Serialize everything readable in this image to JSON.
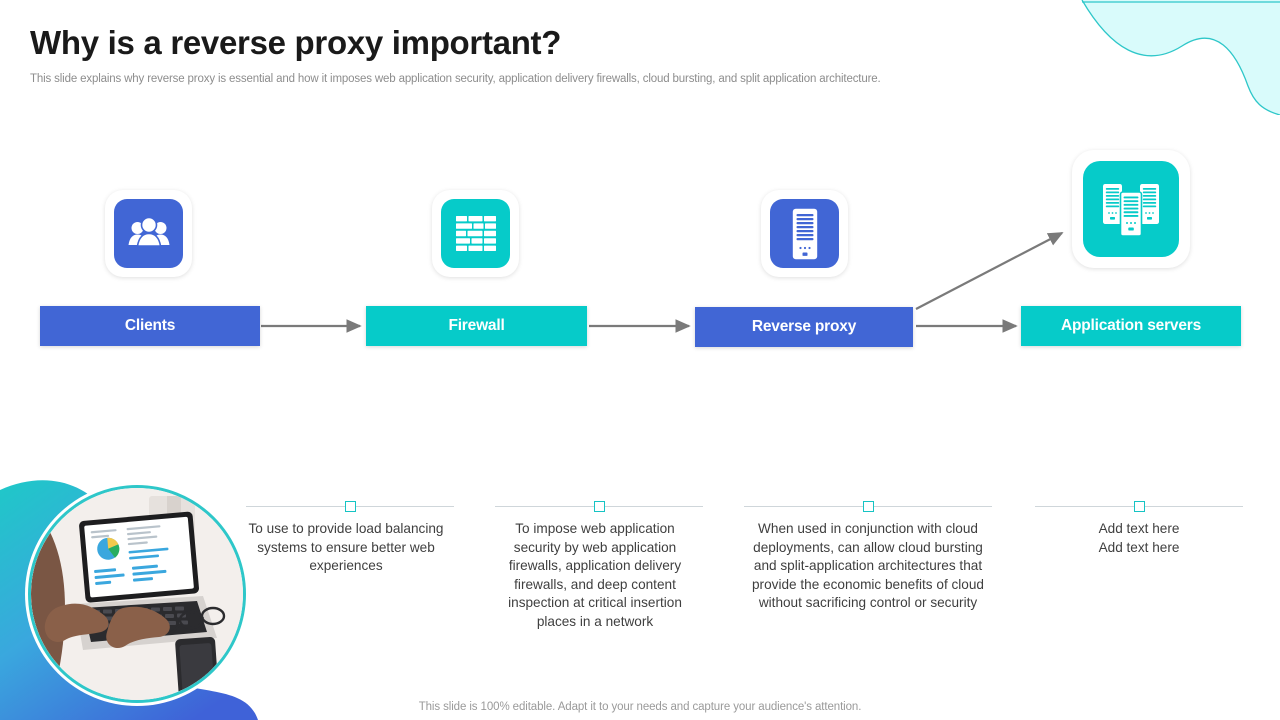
{
  "header": {
    "title": "Why is a reverse proxy important?",
    "subtitle": "This slide explains why reverse proxy  is essential and how it imposes web application security, application delivery firewalls, cloud bursting, and split application architecture."
  },
  "colors": {
    "blue": "#4166D5",
    "teal": "#06CBC9",
    "arrow_gray": "#7a7a7a",
    "marker_teal": "#16c4c4",
    "deco_cyan_fill": "#d9fbfb",
    "deco_cyan_stroke": "#2ec7c9",
    "blob_teal": "#1fc8c8",
    "blob_blue": "#3f62d8",
    "title_color": "#1a1a1a",
    "subtitle_color": "#8d8d8d",
    "body_text": "#3f3f3f",
    "footer_color": "#9a9a9a"
  },
  "flow": {
    "nodes": [
      {
        "id": "clients",
        "label": "Clients",
        "color": "#4166D5",
        "icon": "users-group-icon"
      },
      {
        "id": "firewall",
        "label": "Firewall",
        "color": "#06CBC9",
        "icon": "brick-wall-icon"
      },
      {
        "id": "reverse-proxy",
        "label": "Reverse proxy",
        "color": "#4166D5",
        "icon": "server-tower-icon"
      },
      {
        "id": "application-servers",
        "label": "Application servers",
        "color": "#06CBC9",
        "icon": "server-stack-icon"
      }
    ]
  },
  "callouts": [
    {
      "id": "callout-1",
      "text": "To use to provide load balancing systems to ensure better web experiences"
    },
    {
      "id": "callout-2",
      "text": "To impose web application security by web application firewalls, application delivery firewalls, and deep content inspection at critical insertion places in a network"
    },
    {
      "id": "callout-3",
      "text": "When used in conjunction with cloud deployments, can allow cloud bursting and split-application architectures that provide the economic benefits of cloud without sacrificing control or security"
    },
    {
      "id": "callout-4",
      "text": "Add text here\nAdd text here"
    }
  ],
  "photo": {
    "alt_name": "person-typing-on-laptop-photo"
  },
  "footer": {
    "note": "This slide is 100% editable. Adapt it to your needs and capture your audience's attention."
  }
}
